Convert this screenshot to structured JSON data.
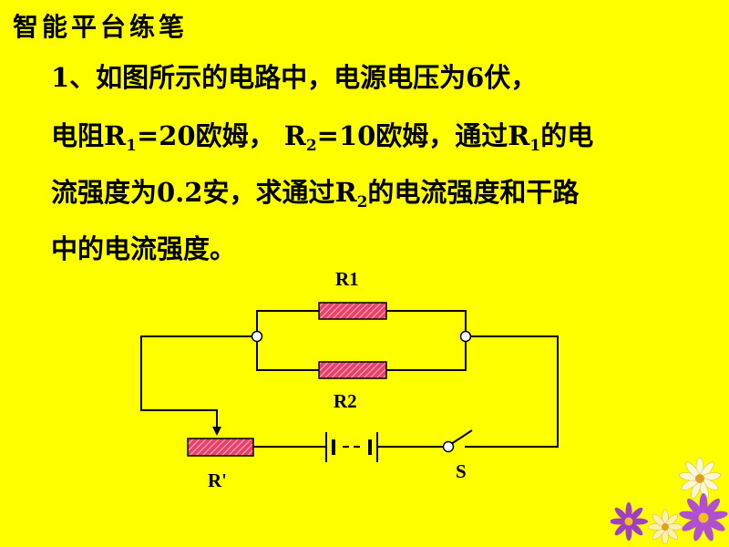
{
  "heading": "智能平台练笔",
  "problem": {
    "line1": "1、如图所示的电路中，电源电压为6伏，",
    "line2_a": "电阻R",
    "line2_sub1": "1",
    "line2_b": "=20欧姆，  R",
    "line2_sub2": "2",
    "line2_c": "=10欧姆，通过R",
    "line2_sub3": "1",
    "line2_d": "的电",
    "line3_a": "流强度为0.2安，求通过R",
    "line3_sub": "2",
    "line3_b": "的电流强度和干路",
    "line4": "中的电流强度。"
  },
  "circuit": {
    "r1_label": "R1",
    "r2_label": "R2",
    "rheostat_label": "R'",
    "switch_label": "S",
    "resistor_fill": "#E8426B",
    "wire_color": "#000000"
  },
  "colors": {
    "background": "#FFFF00"
  }
}
